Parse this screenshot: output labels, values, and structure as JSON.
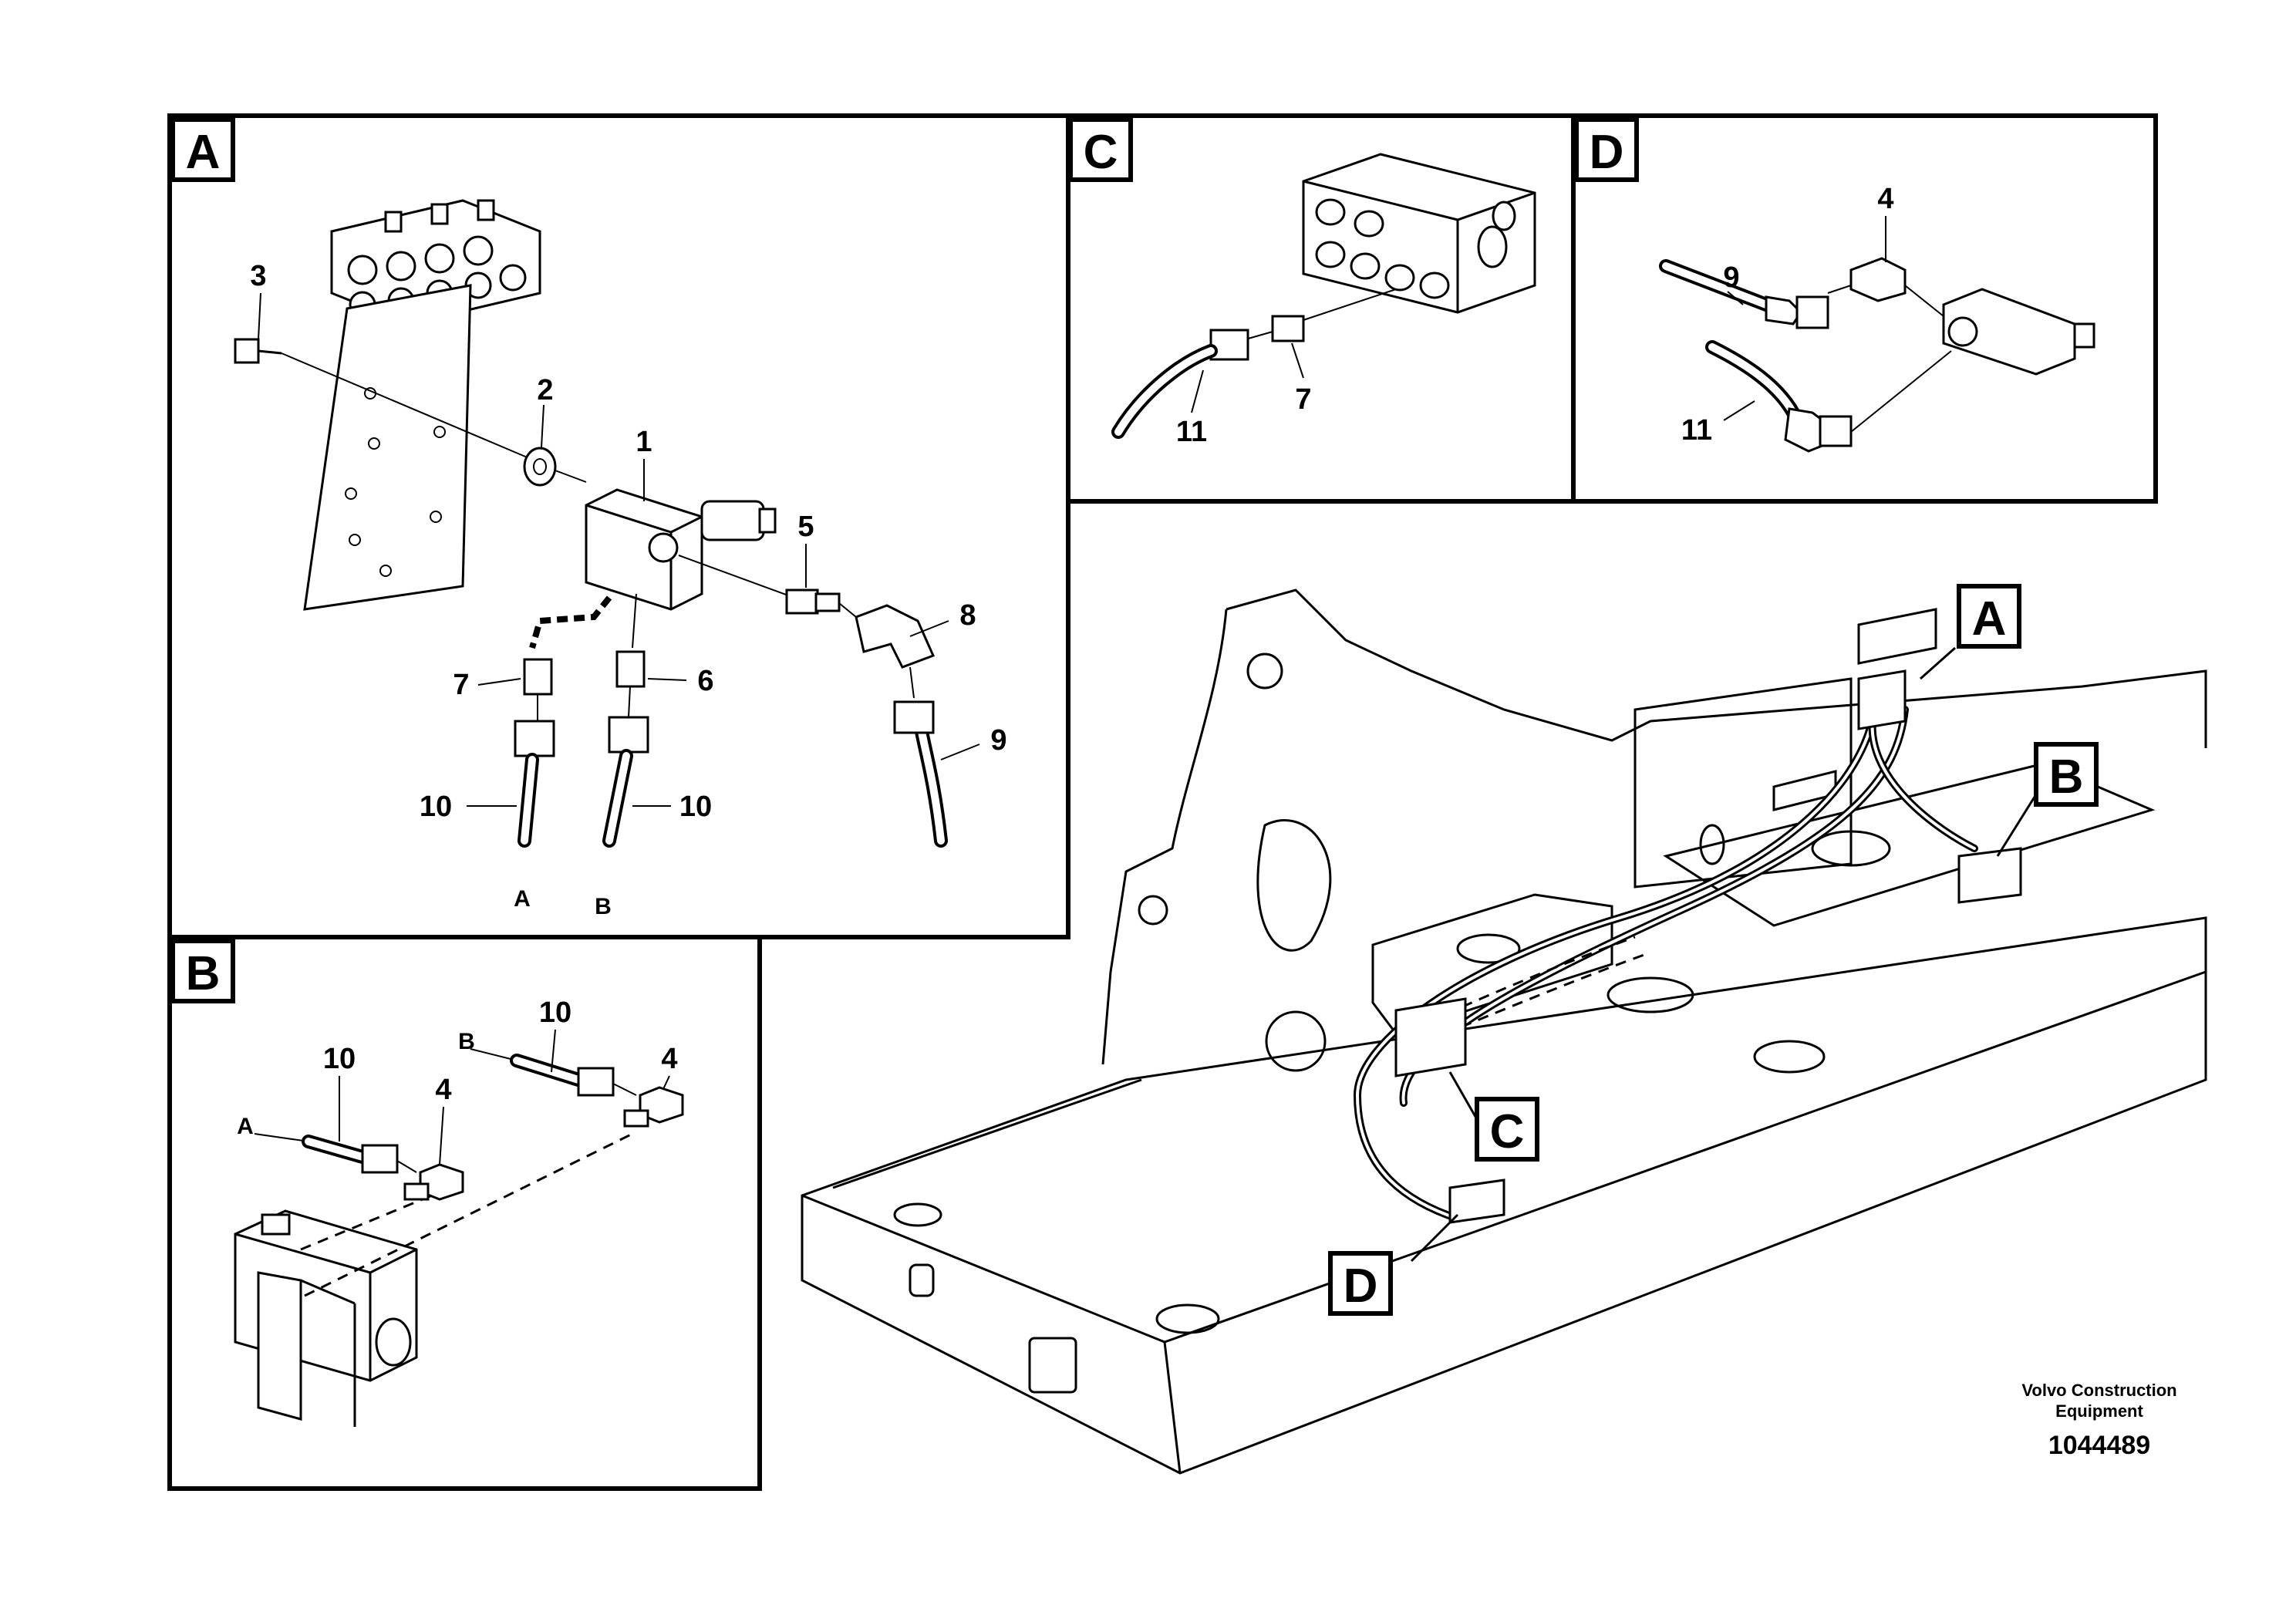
{
  "panels": {
    "A": {
      "letter": "A",
      "callouts": {
        "n1": "1",
        "n2": "2",
        "n3": "3",
        "n5": "5",
        "n6": "6",
        "n7": "7",
        "n8": "8",
        "n9": "9",
        "n10a": "10",
        "n10b": "10"
      },
      "port_a": "A",
      "port_b": "B"
    },
    "B": {
      "letter": "B",
      "callouts": {
        "n10a": "10",
        "n10b": "10",
        "n4a": "4",
        "n4b": "4"
      },
      "port_a": "A",
      "port_b": "B"
    },
    "C": {
      "letter": "C",
      "callouts": {
        "n11": "11",
        "n7": "7"
      }
    },
    "D": {
      "letter": "D",
      "callouts": {
        "n9": "9",
        "n4": "4",
        "n11": "11"
      }
    }
  },
  "overview": {
    "labels": {
      "A": "A",
      "B": "B",
      "C": "C",
      "D": "D"
    }
  },
  "footer": {
    "brand_line1": "Volvo Construction",
    "brand_line2": "Equipment",
    "part_number": "1044489"
  }
}
